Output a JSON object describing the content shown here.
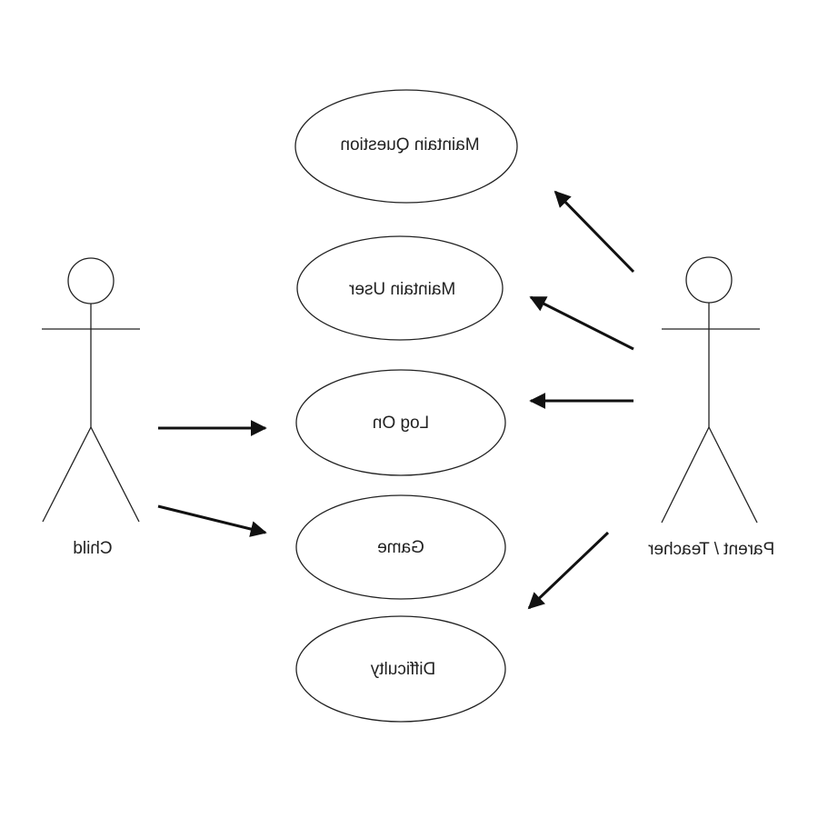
{
  "colors": {
    "background": "#ffffff",
    "stroke": "#222222",
    "arrow": "#111111"
  },
  "actors": {
    "child": {
      "label": "Child"
    },
    "parent_teacher": {
      "label": "Parent / Teacher"
    }
  },
  "use_cases": {
    "maintain_question": {
      "label": "Maintain Question"
    },
    "maintain_user": {
      "label": "Maintain User"
    },
    "log_on": {
      "label": "Log On"
    },
    "game": {
      "label": "Game"
    },
    "difficulty": {
      "label": "Difficulty"
    }
  },
  "associations": [
    {
      "from": "child",
      "to": "log_on"
    },
    {
      "from": "child",
      "to": "game"
    },
    {
      "from": "parent_teacher",
      "to": "maintain_question"
    },
    {
      "from": "parent_teacher",
      "to": "maintain_user"
    },
    {
      "from": "parent_teacher",
      "to": "log_on"
    },
    {
      "from": "parent_teacher",
      "to": "difficulty"
    }
  ]
}
